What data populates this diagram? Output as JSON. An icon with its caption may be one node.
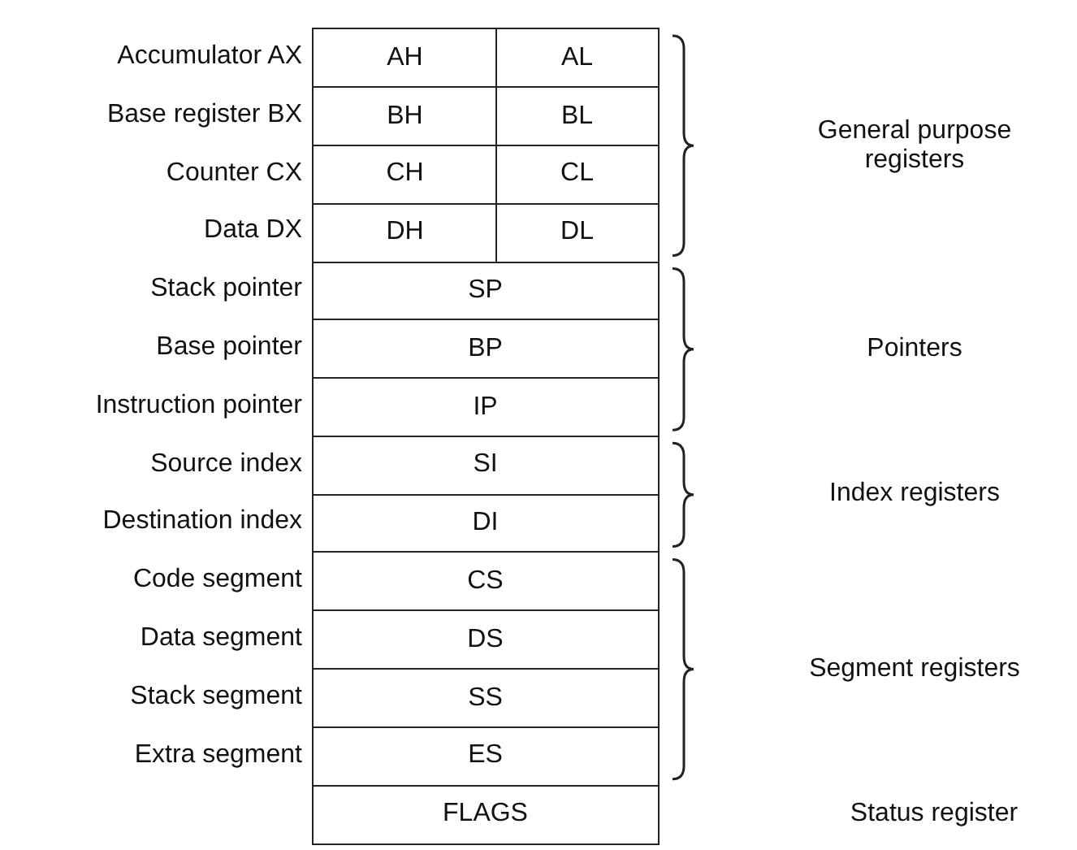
{
  "diagram": {
    "nodes": [
      {
        "text": [
          "AH"
        ],
        "beside": [
          "Accumulator AX"
        ]
      },
      {
        "text": [
          "AL"
        ]
      },
      {
        "text": [
          "BH"
        ],
        "beside": [
          "Base register BX"
        ]
      },
      {
        "text": [
          "BL"
        ]
      },
      {
        "text": [
          "CH"
        ],
        "beside": [
          "Counter CX"
        ]
      },
      {
        "text": [
          "CL"
        ]
      },
      {
        "text": [
          "DH"
        ],
        "beside": [
          "Data DX"
        ]
      },
      {
        "text": [
          "DL"
        ]
      },
      {
        "text": [
          "SP"
        ],
        "beside": [
          "Stack pointer"
        ]
      },
      {
        "text": [
          "BP"
        ],
        "beside": [
          "Base pointer"
        ]
      },
      {
        "text": [
          "IP"
        ],
        "beside": [
          "Instruction pointer"
        ]
      },
      {
        "text": [
          "SI"
        ],
        "beside": [
          "Source index"
        ]
      },
      {
        "text": [
          "DI"
        ],
        "beside": [
          "Destination index"
        ]
      },
      {
        "text": [
          "CS"
        ],
        "beside": [
          "Code segment"
        ]
      },
      {
        "text": [
          "DS"
        ],
        "beside": [
          "Data segment"
        ]
      },
      {
        "text": [
          "SS"
        ],
        "beside": [
          "Stack segment"
        ]
      },
      {
        "text": [
          "ES"
        ],
        "beside": [
          "Extra segment"
        ]
      },
      {
        "text": [
          "FLAGS"
        ]
      }
    ],
    "edges": [],
    "labels": [
      "General purpose registers",
      "Pointers",
      "Index registers",
      "Segment registers",
      "Status register"
    ]
  }
}
